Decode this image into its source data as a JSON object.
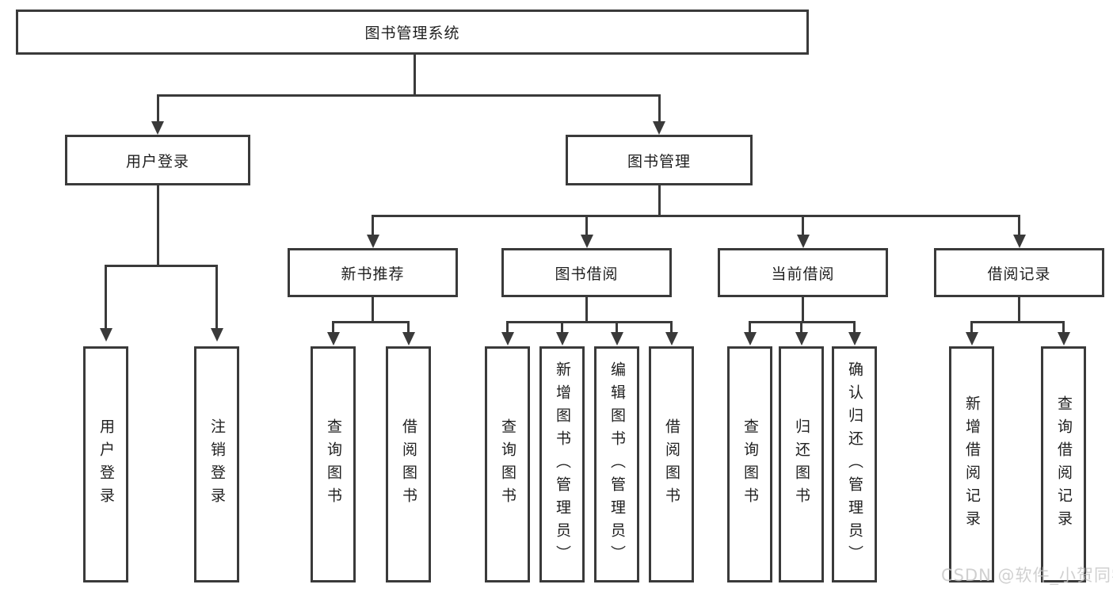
{
  "diagram": {
    "colors": {
      "line": "#3a3a3a",
      "text": "#1f1f1f",
      "watermark": "#c5c5c5",
      "background": "#ffffff"
    },
    "tree": {
      "root": {
        "label": "图书管理系统",
        "children": [
          {
            "label": "用户登录",
            "children": [
              {
                "label": "用户登录"
              },
              {
                "label": "注销登录"
              }
            ]
          },
          {
            "label": "图书管理",
            "children": [
              {
                "label": "新书推荐",
                "children": [
                  {
                    "label": "查询图书"
                  },
                  {
                    "label": "借阅图书"
                  }
                ]
              },
              {
                "label": "图书借阅",
                "children": [
                  {
                    "label": "查询图书"
                  },
                  {
                    "label": "新增图书（管理员）"
                  },
                  {
                    "label": "编辑图书（管理员）"
                  },
                  {
                    "label": "借阅图书"
                  }
                ]
              },
              {
                "label": "当前借阅",
                "children": [
                  {
                    "label": "查询图书"
                  },
                  {
                    "label": "归还图书"
                  },
                  {
                    "label": "确认归还（管理员）"
                  }
                ]
              },
              {
                "label": "借阅记录",
                "children": [
                  {
                    "label": "新增借阅记录"
                  },
                  {
                    "label": "查询借阅记录"
                  }
                ]
              }
            ]
          }
        ]
      }
    },
    "watermark": {
      "text": "CSDN @软件_小贺同学"
    }
  }
}
